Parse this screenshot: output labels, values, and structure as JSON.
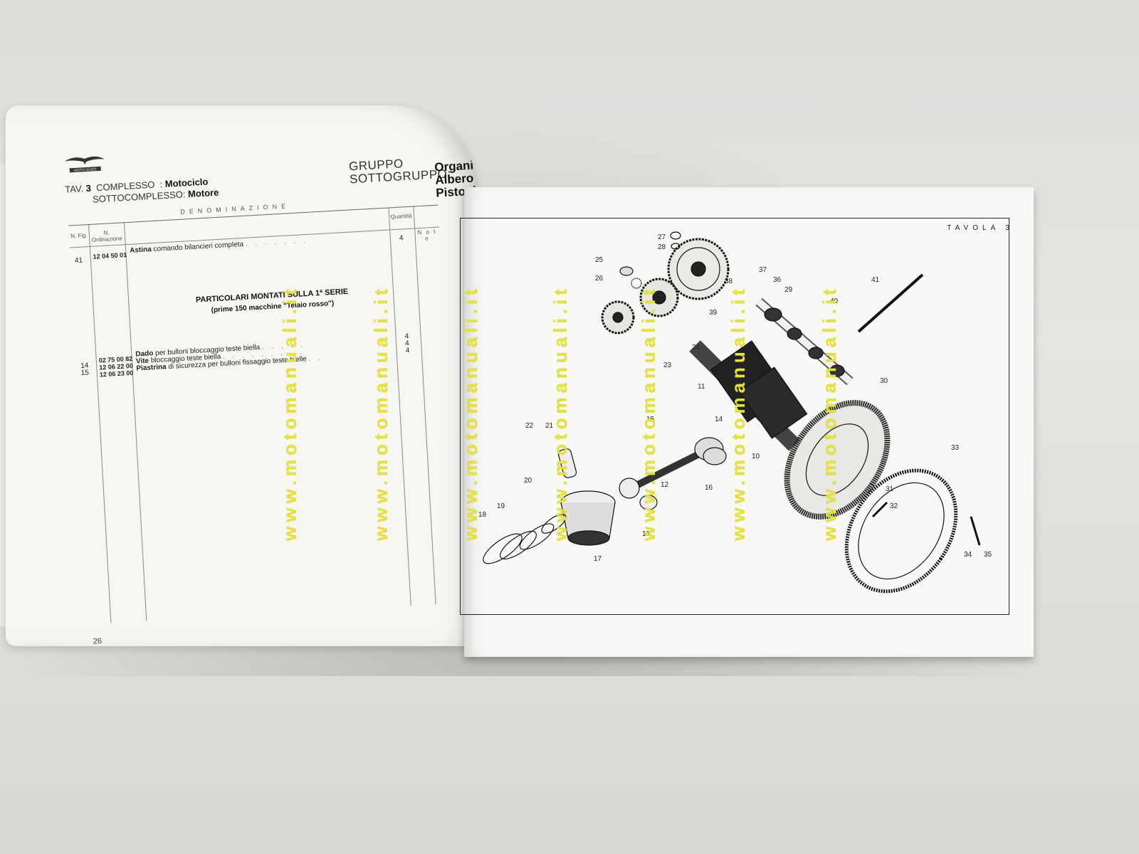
{
  "left_page": {
    "brand": "MOTO GUZZI",
    "tav_label": "TAV.",
    "tav_number": "3",
    "complesso_label": "COMPLESSO",
    "complesso_value": "Motociclo",
    "sottocomplesso_label": "SOTTOCOMPLESSO:",
    "sottocomplesso_value": "Motore",
    "gruppo_label": "GRUPPO",
    "gruppo_value": "Organi principali",
    "sottogruppo_label": "SOTTOGRUPPO:",
    "sottogruppo_value1": "Albero motore",
    "sottogruppo_value2": "Pistoni . Distrib.",
    "denominazione": "DENOMINAZIONE",
    "col_fig": "N. Fig.",
    "col_ordinazione": "N. Ordinazione",
    "col_quantita": "Quantità",
    "col_note": "N o t e",
    "rows": [
      {
        "fig": "41",
        "code": "12 04 50 01",
        "name": "Astina",
        "desc": "comando bilancieri completa",
        "qty": "4"
      }
    ],
    "section_title1": "PARTICOLARI MONTATI SULLA 1ª SERIE",
    "section_title2": "(prime 150 macchine \"Telaio rosso\")",
    "rows2": [
      {
        "fig": "14",
        "code": "02 75 00 82",
        "name": "Dado",
        "desc": "per bulloni bloccaggio teste biella",
        "qty": "4"
      },
      {
        "fig": "15",
        "code": "12 06 22 00",
        "name": "Vite",
        "desc": "bloccaggio teste biella",
        "qty": "4"
      },
      {
        "fig": "",
        "code": "12 06 23 00",
        "name": "Piastrina",
        "desc": "di sicurezza per bulloni fissaggio teste bielle",
        "qty": "4"
      }
    ],
    "page_number": "26"
  },
  "right_page": {
    "tavola": "TAVOLA 3",
    "callouts": [
      "27",
      "28",
      "25",
      "26",
      "37",
      "38",
      "36",
      "29",
      "39",
      "40",
      "41",
      "23",
      "24",
      "11",
      "30",
      "15",
      "14",
      "10",
      "22",
      "21",
      "12",
      "16",
      "20",
      "31",
      "32",
      "33",
      "19",
      "18",
      "13",
      "17",
      "34",
      "35"
    ]
  },
  "watermark": "www.motomanuali.it"
}
